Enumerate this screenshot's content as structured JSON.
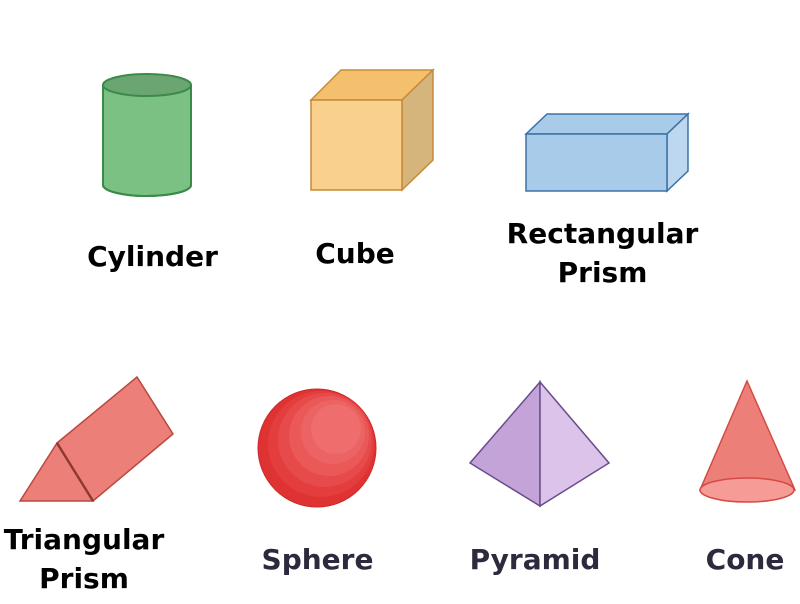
{
  "shapes": {
    "cylinder": {
      "label": "Cylinder"
    },
    "cube": {
      "label": "Cube"
    },
    "rectangular_prism": {
      "label_line1": "Rectangular",
      "label_line2": "Prism"
    },
    "triangular_prism": {
      "label_line1": "Triangular",
      "label_line2": "Prism"
    },
    "sphere": {
      "label": "Sphere"
    },
    "pyramid": {
      "label": "Pyramid"
    },
    "cone": {
      "label": "Cone"
    }
  },
  "colors": {
    "cylinder_fill": "#7bc184",
    "cylinder_top": "#6aa572",
    "cylinder_stroke": "#3a8a48",
    "cube_front": "#f9d08c",
    "cube_top": "#f4c06d",
    "cube_side": "#d6b57c",
    "cube_stroke": "#c58a3a",
    "rect_prism_fill": "#a8cbe9",
    "rect_prism_stroke": "#3b73a6",
    "tri_prism_fill": "#ec8078",
    "tri_prism_stroke": "#b84840",
    "sphere_outer": "#df3232",
    "sphere_inner": "#ef6d6d",
    "pyramid_left": "#c3a3d8",
    "pyramid_right": "#dbc3e9",
    "pyramid_stroke": "#6a4c8c",
    "cone_fill": "#ec8078",
    "cone_base": "#f79b96",
    "cone_stroke": "#d44a44",
    "label_dark": "#000000",
    "label_muted": "#2e2a3d"
  }
}
